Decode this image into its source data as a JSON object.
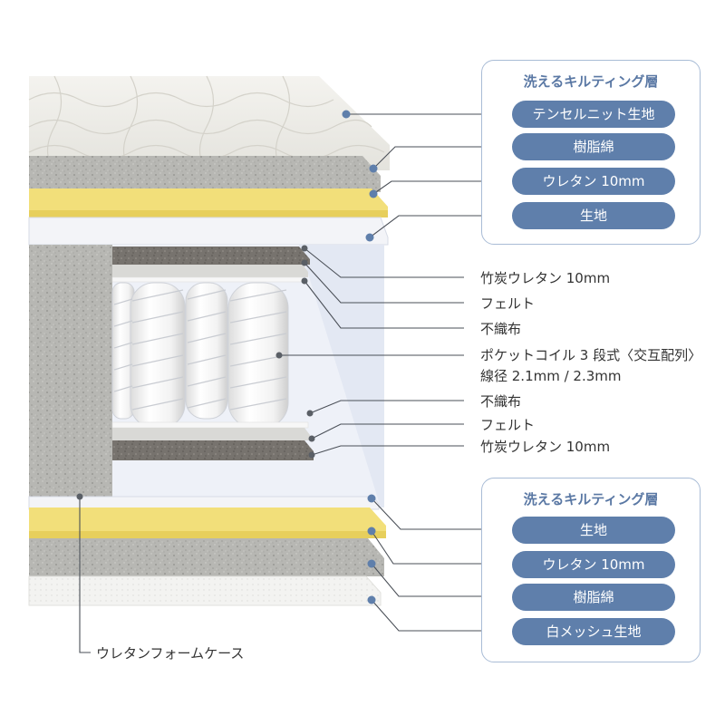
{
  "top_box": {
    "title": "洗えるキルティング層",
    "items": [
      "テンセルニット生地",
      "樹脂綿",
      "ウレタン 10mm",
      "生地"
    ]
  },
  "middle_labels": [
    "竹炭ウレタン 10mm",
    "フェルト",
    "不織布",
    "ポケットコイル 3 段式〈交互配列〉",
    "線径 2.1mm / 2.3mm",
    "不織布",
    "フェルト",
    "竹炭ウレタン 10mm"
  ],
  "bottom_box": {
    "title": "洗えるキルティング層",
    "items": [
      "生地",
      "ウレタン 10mm",
      "樹脂綿",
      "白メッシュ生地"
    ]
  },
  "case_label": "ウレタンフォームケース",
  "colors": {
    "pill": "#5f7fab",
    "box_border": "#a9bcd6",
    "box_title": "#5a78a4",
    "leader_line": "#4a4f57",
    "urethane_yellow": "#f2df7a",
    "foam_gray": "#b4b4b0",
    "charcoal_foam": "#6d6a66"
  }
}
